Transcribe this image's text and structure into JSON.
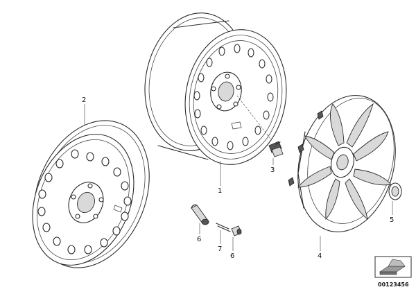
{
  "callouts": {
    "c1": "1",
    "c2": "2",
    "c3": "3",
    "c4": "4",
    "c5": "5",
    "c6a": "6",
    "c6b": "6",
    "c7": "7"
  },
  "footer": {
    "diagram_number": "00123456"
  },
  "colors": {
    "line": "#2a2a2a",
    "shade": "#d9d9d9"
  }
}
